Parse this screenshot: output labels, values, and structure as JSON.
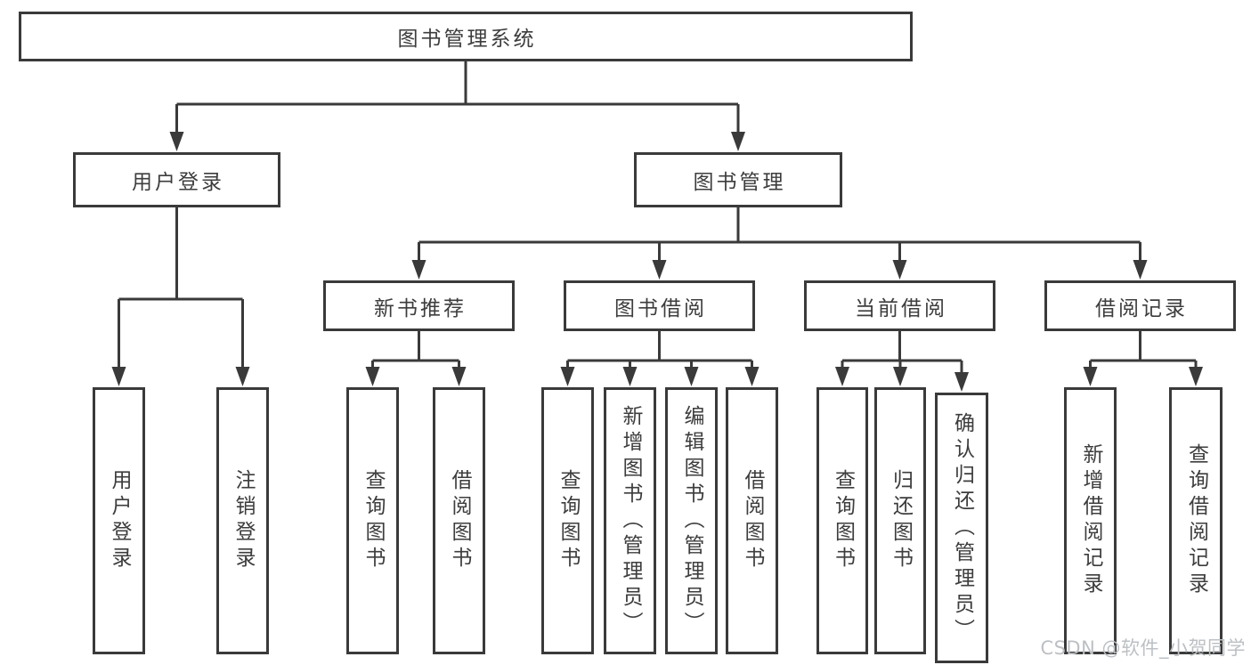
{
  "tree": {
    "root": "图书管理系统",
    "user": {
      "label": "用户登录",
      "children": [
        "用户登录",
        "注销登录"
      ]
    },
    "manage": {
      "label": "图书管理",
      "groups": [
        {
          "label": "新书推荐",
          "children": [
            "查询图书",
            "借阅图书"
          ]
        },
        {
          "label": "图书借阅",
          "children": [
            "查询图书",
            "新增图书（管理员）",
            "编辑图书（管理员）",
            "借阅图书"
          ]
        },
        {
          "label": "当前借阅",
          "children": [
            "查询图书",
            "归还图书",
            "确认归还（管理员）"
          ]
        },
        {
          "label": "借阅记录",
          "children": [
            "新增借阅记录",
            "查询借阅记录"
          ]
        }
      ]
    }
  },
  "watermark": "CSDN @软件_小贺同学",
  "colors": {
    "line": "#3a3a3a",
    "text": "#3d3d3d",
    "watermark": "#bcc0c4",
    "background": "#ffffff"
  }
}
